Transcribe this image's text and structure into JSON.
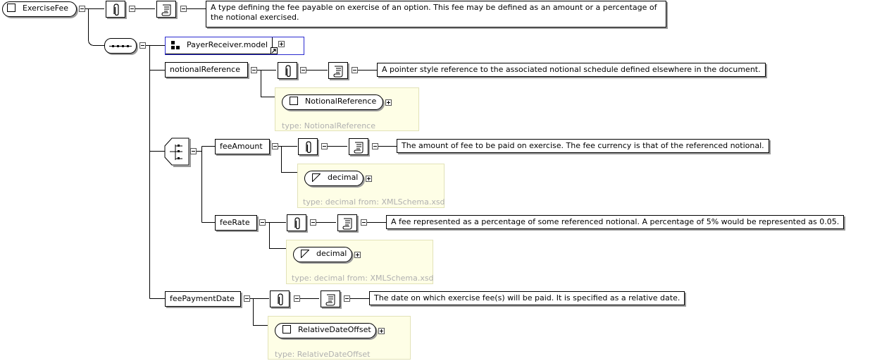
{
  "root": {
    "name": "ExerciseFee",
    "doc": "A type defining the fee payable on exercise of an option. This fee may be defined as an amount or a percentage of the notional exercised."
  },
  "group": {
    "name": "PayerReceiver.model"
  },
  "notionalReference": {
    "name": "notionalReference",
    "doc": "A pointer style reference to the associated notional schedule defined elsewhere in the document.",
    "type_name": "NotionalReference",
    "type_label": "type: NotionalReference"
  },
  "feeAmount": {
    "name": "feeAmount",
    "doc": "The amount of fee to be paid on exercise. The fee currency is that of the referenced notional.",
    "type_name": "decimal",
    "type_label": "type: decimal from: XMLSchema.xsd"
  },
  "feeRate": {
    "name": "feeRate",
    "doc": "A fee represented as a percentage of some referenced notional. A percentage of 5% would be represented as 0.05.",
    "type_name": "decimal",
    "type_label": "type: decimal from: XMLSchema.xsd"
  },
  "feePaymentDate": {
    "name": "feePaymentDate",
    "doc": "The date on which exercise fee(s) will be paid. It is specified as a relative date.",
    "type_name": "RelativeDateOffset",
    "type_label": "type: RelativeDateOffset"
  },
  "icons": {
    "annotation": "paperclip-icon",
    "documentation": "scroll-icon",
    "sequence": "sequence-compositor-icon",
    "choice": "choice-compositor-icon",
    "complex_type": "complex-type-square-icon",
    "simple_type": "simple-type-triangle-icon",
    "group": "model-group-icon"
  }
}
